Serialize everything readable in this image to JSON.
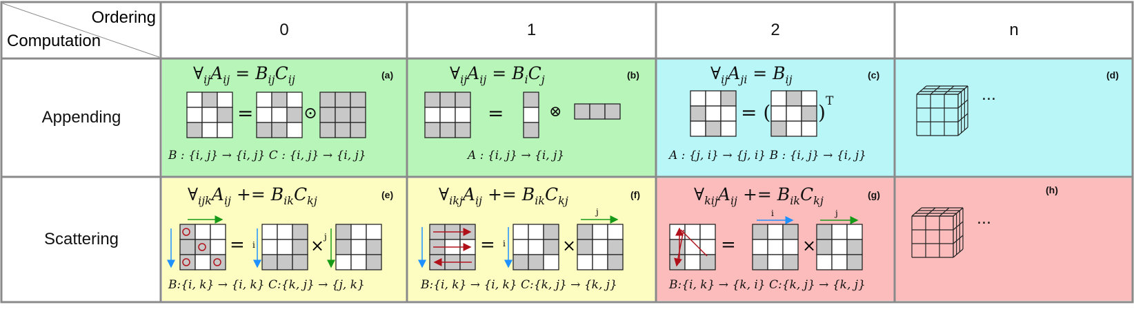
{
  "header": {
    "corner_top": "Ordering",
    "corner_bottom": "Computation",
    "columns": [
      "0",
      "1",
      "2",
      "n"
    ]
  },
  "rows": [
    "Appending",
    "Scattering"
  ],
  "colors": {
    "green": "#b8f5b8",
    "cyan": "#b8f6f8",
    "yellow": "#fdfdc2",
    "pink": "#fcbcbc",
    "grid": "#888888",
    "matrix_gray": "#c8c8c8",
    "arrow_blue": "#1e90ff",
    "arrow_green": "#179a17",
    "arrow_red": "#b0101a"
  },
  "cells": {
    "a": {
      "tag": "(a)",
      "formula": "∀ijAij = BijCij",
      "map": "B : {i, j} → {i, j}  C : {i, j} → {i, j}",
      "op1": "=",
      "op2": "⊙"
    },
    "b": {
      "tag": "(b)",
      "formula": "∀ijAij = BiCj",
      "map": "A : {i, j} → {i, j}",
      "op1": "=",
      "op2": "⊗"
    },
    "c": {
      "tag": "(c)",
      "formula": "∀ijAji = Bij",
      "map": "A : {j, i} → {j, i} B : {i, j} → {i, j}",
      "op1": "= (",
      "op2": ")",
      "sup": "T"
    },
    "d": {
      "tag": "(d)",
      "ellipsis": "..."
    },
    "e": {
      "tag": "(e)",
      "formula": "∀ijkAij += BikCkj",
      "map": "B:{i, k} → {i, k}  C:{k, j} → {j, k}",
      "op1": "=",
      "op2": "×",
      "lbl_i": "i",
      "lbl_j": "j"
    },
    "f": {
      "tag": "(f)",
      "formula": "∀ikjAij += BikCkj",
      "map": "B:{i, k} → {i, k}  C:{k, j} → {k, j}",
      "op1": "=",
      "op2": "×",
      "lbl_i": "i",
      "lbl_j": "j"
    },
    "g": {
      "tag": "(g)",
      "formula": "∀kijAij += BikCkj",
      "map": "B:{i, k} → {k, i}  C:{k, j} → {k, j}",
      "op1": "=",
      "op2": "×",
      "lbl_i": "i",
      "lbl_j": "j"
    },
    "h": {
      "tag": "(h)",
      "ellipsis": "..."
    }
  }
}
